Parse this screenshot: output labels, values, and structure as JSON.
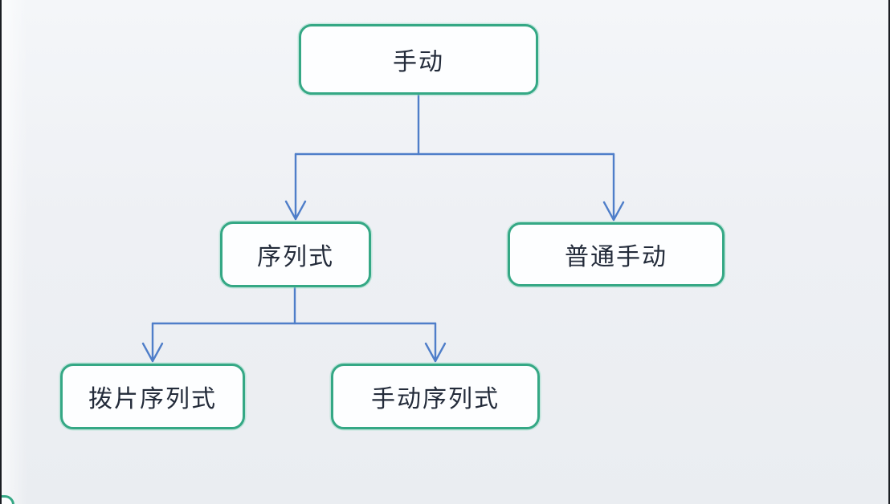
{
  "diagram": {
    "type": "flowchart",
    "nodes": {
      "root": "手动",
      "sequential": "序列式",
      "ordinary_manual": "普通手动",
      "paddle_sequential": "拨片序列式",
      "manual_sequential": "手动序列式"
    },
    "edges": [
      {
        "from": "手动",
        "to": "序列式"
      },
      {
        "from": "手动",
        "to": "普通手动"
      },
      {
        "from": "序列式",
        "to": "拨片序列式"
      },
      {
        "from": "序列式",
        "to": "手动序列式"
      }
    ],
    "colors": {
      "node_border": "#35a885",
      "node_background": "#fdfeff",
      "connector": "#4f7ec9",
      "text": "#232b3a",
      "canvas_background": "#eef0f4",
      "frame_edge": "#1b1e23"
    }
  }
}
